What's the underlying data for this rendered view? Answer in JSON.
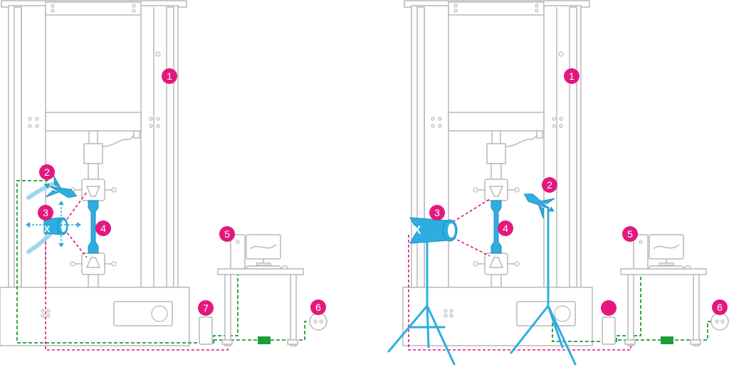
{
  "colors": {
    "badge": "#e3187d",
    "camera": "#2eaee0",
    "light_path": "#e0177a",
    "cable": "#1e9c3a",
    "frame": "#b9b9b9"
  },
  "left_panel": {
    "badges": [
      "1",
      "2",
      "3",
      "4",
      "5",
      "6",
      "7"
    ],
    "camera_mark": "X"
  },
  "right_panel": {
    "badges": [
      "1",
      "2",
      "3",
      "4",
      "5",
      "6",
      ""
    ],
    "camera_mark": "X"
  }
}
